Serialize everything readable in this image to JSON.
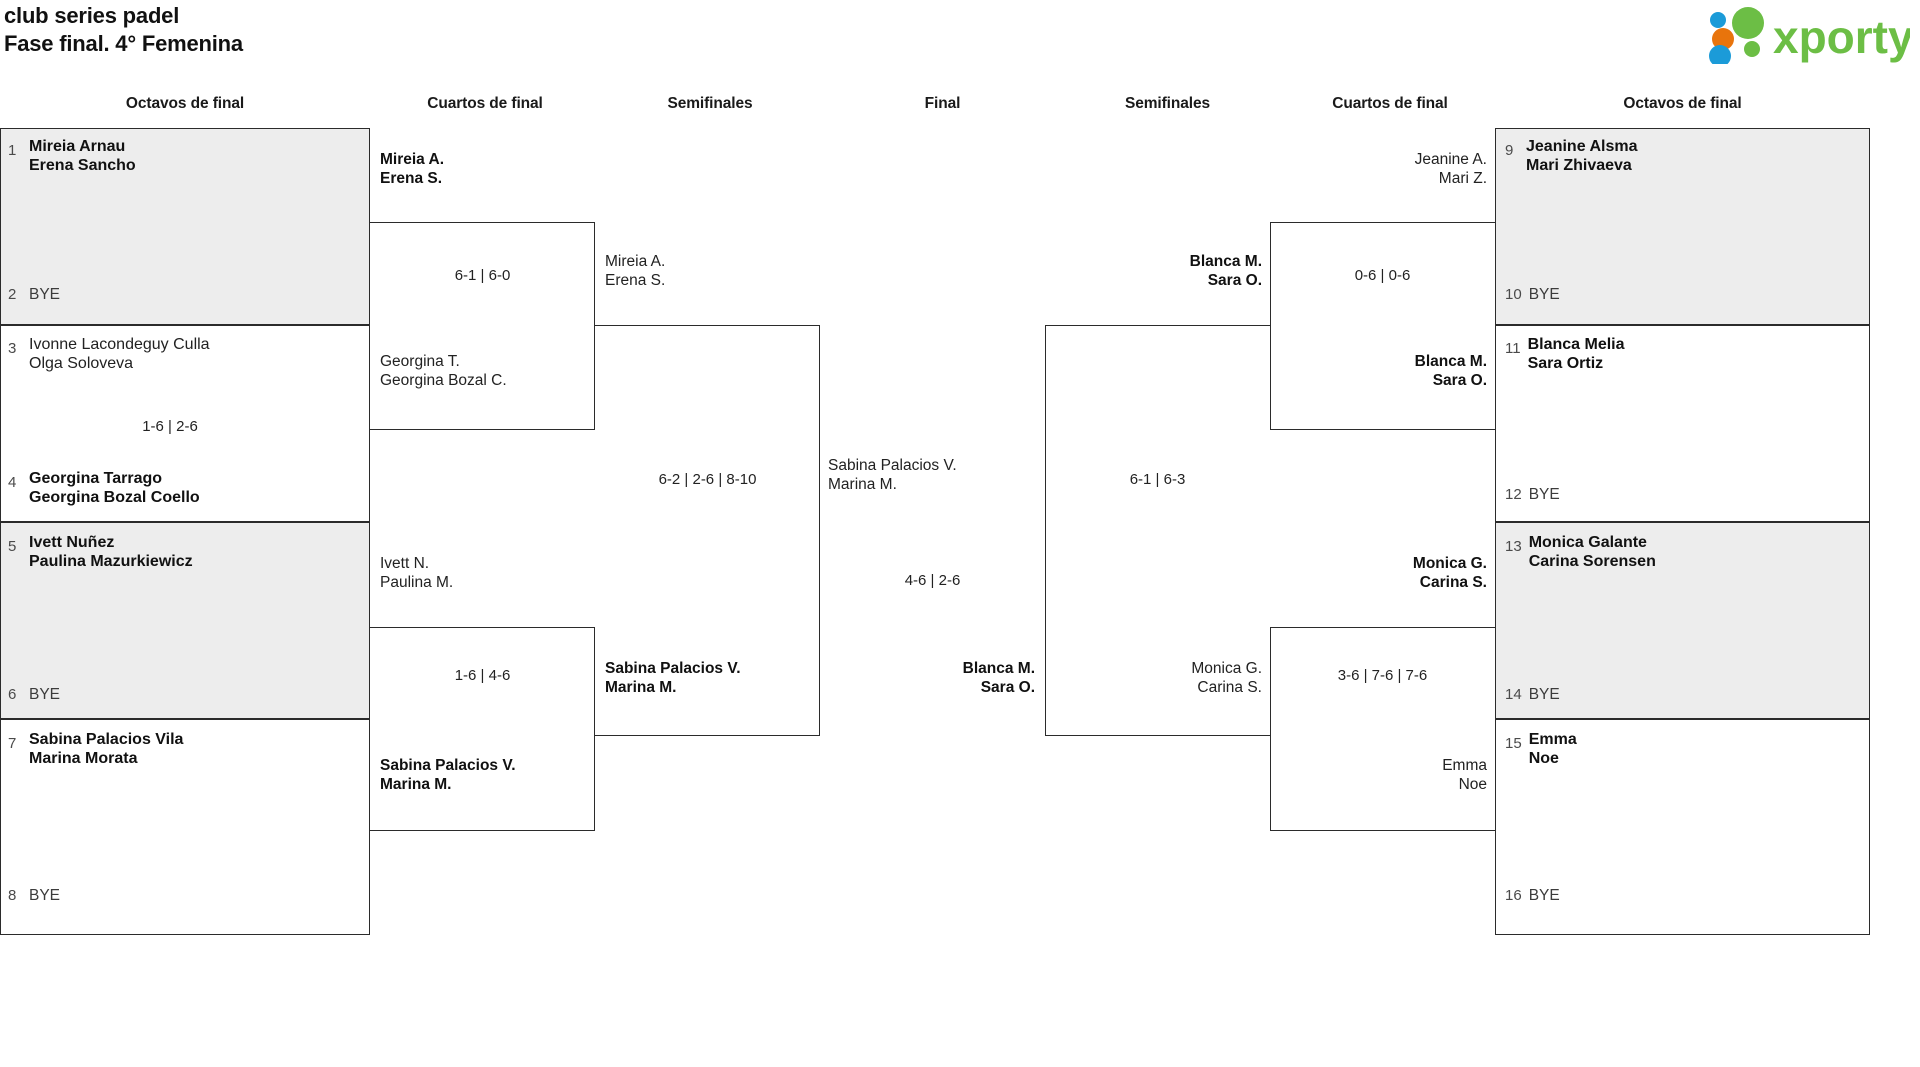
{
  "header": {
    "title_line1": "club series padel",
    "title_line2": "Fase final. 4° Femenina",
    "logo_text": "xporty",
    "logo_colors": {
      "green": "#6cbe45",
      "orange": "#e8740c",
      "blue": "#1b9bd8"
    }
  },
  "rounds": {
    "left_octavos": "Octavos de final",
    "left_cuartos": "Cuartos de final",
    "left_semis": "Semifinales",
    "final": "Final",
    "right_semis": "Semifinales",
    "right_cuartos": "Cuartos de final",
    "right_octavos": "Octavos de final"
  },
  "bracket": {
    "left_octavos": [
      {
        "seed": "1",
        "line1": "Mireia Arnau",
        "line2": "Erena Sancho",
        "state": "win"
      },
      {
        "seed": "2",
        "line1": "BYE",
        "line2": "",
        "state": "bye"
      },
      {
        "seed": "3",
        "line1": "Ivonne Lacondeguy Culla",
        "line2": "Olga Soloveva",
        "state": "lose"
      },
      {
        "seed": "4",
        "line1": "Georgina Tarrago",
        "line2": "Georgina Bozal Coello",
        "state": "win"
      },
      {
        "seed": "5",
        "line1": "Ivett Nuñez",
        "line2": "Paulina Mazurkiewicz",
        "state": "win"
      },
      {
        "seed": "6",
        "line1": "BYE",
        "line2": "",
        "state": "bye"
      },
      {
        "seed": "7",
        "line1": "Sabina Palacios Vila",
        "line2": "Marina Morata",
        "state": "win"
      },
      {
        "seed": "8",
        "line1": "BYE",
        "line2": "",
        "state": "bye"
      }
    ],
    "right_octavos": [
      {
        "seed": "9",
        "line1": "Jeanine Alsma",
        "line2": "Mari Zhivaeva",
        "state": "win"
      },
      {
        "seed": "10",
        "line1": "BYE",
        "line2": "",
        "state": "bye"
      },
      {
        "seed": "11",
        "line1": "Blanca Melia",
        "line2": "Sara Ortiz",
        "state": "win"
      },
      {
        "seed": "12",
        "line1": "BYE",
        "line2": "",
        "state": "bye"
      },
      {
        "seed": "13",
        "line1": "Monica Galante",
        "line2": "Carina Sorensen",
        "state": "win"
      },
      {
        "seed": "14",
        "line1": "BYE",
        "line2": "",
        "state": "bye"
      },
      {
        "seed": "15",
        "line1": "Emma",
        "line2": "Noe",
        "state": "win"
      },
      {
        "seed": "16",
        "line1": "BYE",
        "line2": "",
        "state": "bye"
      }
    ],
    "left_octavos_scores": [
      {
        "score": "1-6 | 2-6"
      }
    ],
    "left_cuartos": [
      {
        "line1": "Mireia A.",
        "line2": "Erena S.",
        "state": "win"
      },
      {
        "line1": "Georgina T.",
        "line2": "Georgina Bozal C.",
        "state": "lose"
      },
      {
        "line1": "Ivett N.",
        "line2": "Paulina M.",
        "state": "lose"
      },
      {
        "line1": "Sabina Palacios V.",
        "line2": "Marina M.",
        "state": "win"
      }
    ],
    "left_cuartos_scores": [
      {
        "score": "6-1 | 6-0"
      },
      {
        "score": "1-6 | 4-6"
      }
    ],
    "left_semis": [
      {
        "line1": "Mireia A.",
        "line2": "Erena S.",
        "state": "lose"
      },
      {
        "line1": "Sabina Palacios V.",
        "line2": "Marina M.",
        "state": "win"
      }
    ],
    "left_semis_scores": [
      {
        "score": "6-2 | 2-6 | 8-10"
      }
    ],
    "final": [
      {
        "line1": "Sabina Palacios V.",
        "line2": "Marina M.",
        "state": "lose"
      },
      {
        "line1": "Blanca M.",
        "line2": "Sara O.",
        "state": "win"
      }
    ],
    "final_scores": [
      {
        "score": "4-6 | 2-6"
      }
    ],
    "right_semis": [
      {
        "line1": "Blanca M.",
        "line2": "Sara O.",
        "state": "win"
      },
      {
        "line1": "Monica G.",
        "line2": "Carina S.",
        "state": "lose"
      }
    ],
    "right_semis_scores": [
      {
        "score": "6-1 | 6-3"
      }
    ],
    "right_cuartos": [
      {
        "line1": "Jeanine A.",
        "line2": "Mari Z.",
        "state": "lose"
      },
      {
        "line1": "Blanca M.",
        "line2": "Sara O.",
        "state": "win"
      },
      {
        "line1": "Monica G.",
        "line2": "Carina S.",
        "state": "win"
      },
      {
        "line1": "Emma",
        "line2": "Noe",
        "state": "lose"
      }
    ],
    "right_cuartos_scores": [
      {
        "score": "0-6 | 0-6"
      },
      {
        "score": "3-6 | 7-6 | 7-6"
      }
    ]
  }
}
